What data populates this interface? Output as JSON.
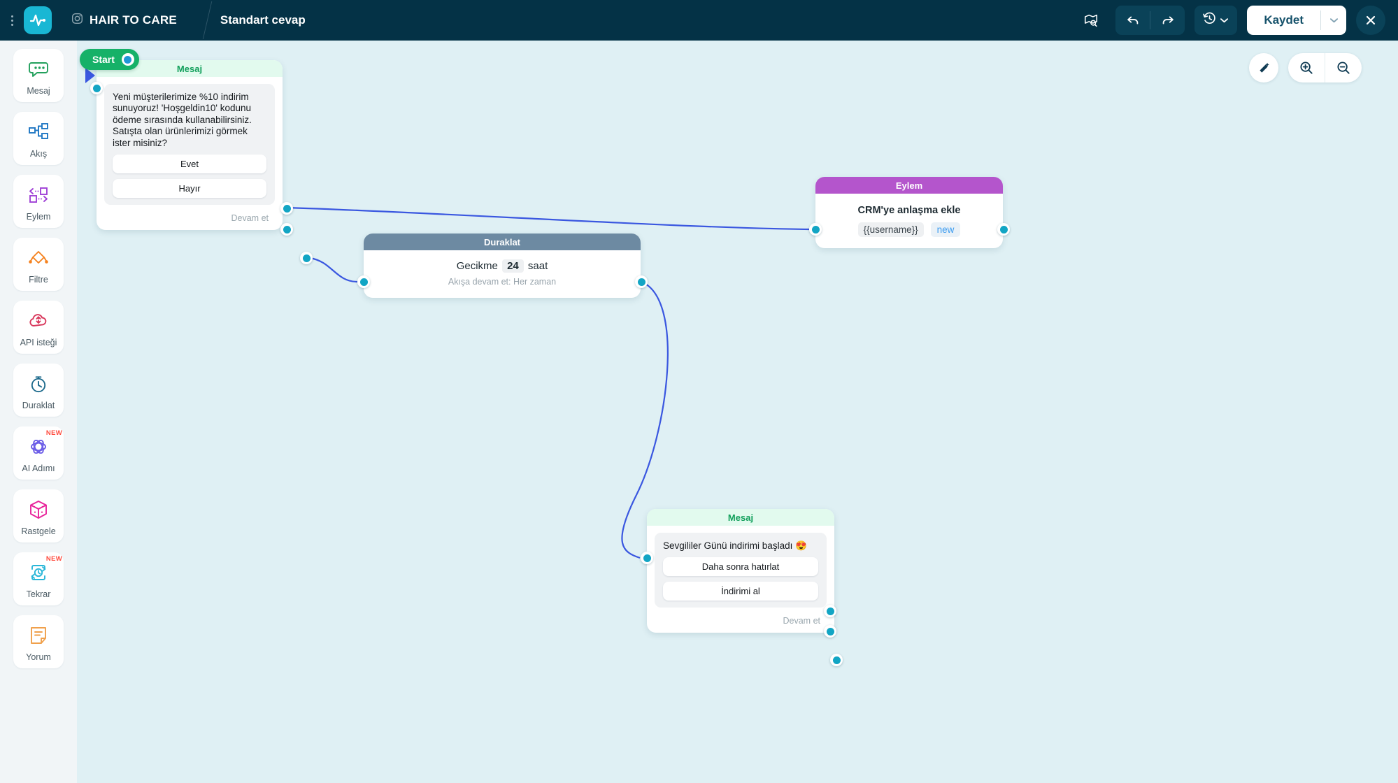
{
  "header": {
    "menu_icon": "kebab-menu-icon",
    "logo_icon": "pulse-logo-icon",
    "account_icon": "instagram-icon",
    "account_name": "HAIR TO CARE",
    "breadcrumb_current": "Standart cevap",
    "actions": {
      "preview_icon": "map-search-icon",
      "undo_icon": "undo-arrow-icon",
      "redo_icon": "redo-arrow-icon",
      "history_icon": "history-clock-icon",
      "history_caret_icon": "chevron-down-icon",
      "save_label": "Kaydet",
      "save_caret_icon": "chevron-down-icon",
      "close_icon": "close-x-icon"
    }
  },
  "sidebar": {
    "items": [
      {
        "label": "Mesaj",
        "icon": "chat-bubble-icon",
        "badge": ""
      },
      {
        "label": "Akış",
        "icon": "flow-nodes-icon",
        "badge": ""
      },
      {
        "label": "Eylem",
        "icon": "action-arrows-icon",
        "badge": ""
      },
      {
        "label": "Filtre",
        "icon": "filter-diamond-icon",
        "badge": ""
      },
      {
        "label": "API isteği",
        "icon": "api-cloud-icon",
        "badge": ""
      },
      {
        "label": "Duraklat",
        "icon": "stopwatch-icon",
        "badge": ""
      },
      {
        "label": "AI Adımı",
        "icon": "ai-atom-icon",
        "badge": "NEW"
      },
      {
        "label": "Rastgele",
        "icon": "dice-icon",
        "badge": ""
      },
      {
        "label": "Tekrar",
        "icon": "repeat-clock-icon",
        "badge": "NEW"
      },
      {
        "label": "Yorum",
        "icon": "note-comment-icon",
        "badge": ""
      }
    ]
  },
  "canvas": {
    "tools": {
      "magic_icon": "magic-wand-icon",
      "zoom_in_icon": "zoom-in-icon",
      "zoom_out_icon": "zoom-out-icon"
    },
    "start_label": "Start",
    "nodes": [
      {
        "id": "msg1",
        "type": "message",
        "header": "Mesaj",
        "text": "Yeni müşterilerimize %10 indirim sunuyoruz! 'Hoşgeldin10' kodunu ödeme sırasında kullanabilirsiniz. Satışta olan ürünlerimizi görmek ister misiniz?",
        "options": [
          "Evet",
          "Hayır"
        ],
        "footer": "Devam et"
      },
      {
        "id": "pause1",
        "type": "pause",
        "header": "Duraklat",
        "delay_prefix": "Gecikme",
        "delay_value": "24",
        "delay_unit": "saat",
        "continue_note": "Akışa devam et: Her zaman"
      },
      {
        "id": "action1",
        "type": "action",
        "header": "Eylem",
        "title": "CRM'ye anlaşma ekle",
        "tag_variable": "{{username}}",
        "tag_value": "new"
      },
      {
        "id": "msg2",
        "type": "message",
        "header": "Mesaj",
        "text": "Sevgililer Günü indirimi başladı 😍",
        "options": [
          "Daha sonra hatırlat",
          "İndirimi al"
        ],
        "footer": "Devam et"
      }
    ]
  },
  "colors": {
    "header_bg": "#043246",
    "canvas_bg": "#dff0f4",
    "sidebar_bg": "#f1f5f7",
    "message_accent": "#13a05c",
    "pause_accent": "#6d8aa2",
    "action_accent": "#b455cc",
    "port": "#12a5c4",
    "edge": "#3a57e0",
    "start": "#16b168",
    "new_badge": "#ff4b3e"
  }
}
